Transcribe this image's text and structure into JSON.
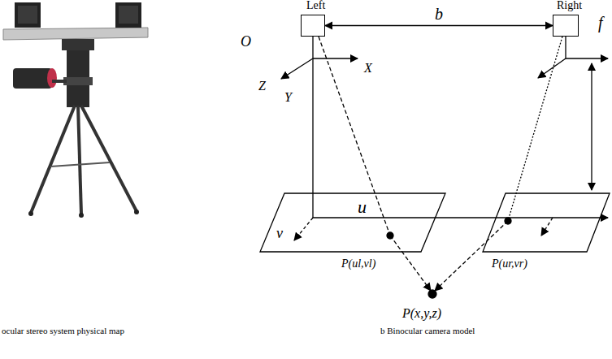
{
  "diagram": {
    "nodes": [
      {
        "text": [
          "Left"
        ]
      },
      {
        "text": [
          "Right"
        ]
      }
    ],
    "edges": [
      {
        "from": 0,
        "to": 1,
        "label": "b",
        "arrow": "both"
      }
    ],
    "labels": [
      "O",
      "X",
      "Z",
      "Y",
      "f",
      "u",
      "v",
      "P(ul,vl)",
      "P(ur,vr)",
      "P(x,y,z)",
      "ocular stereo system physical map",
      "b Binocular camera model"
    ]
  }
}
